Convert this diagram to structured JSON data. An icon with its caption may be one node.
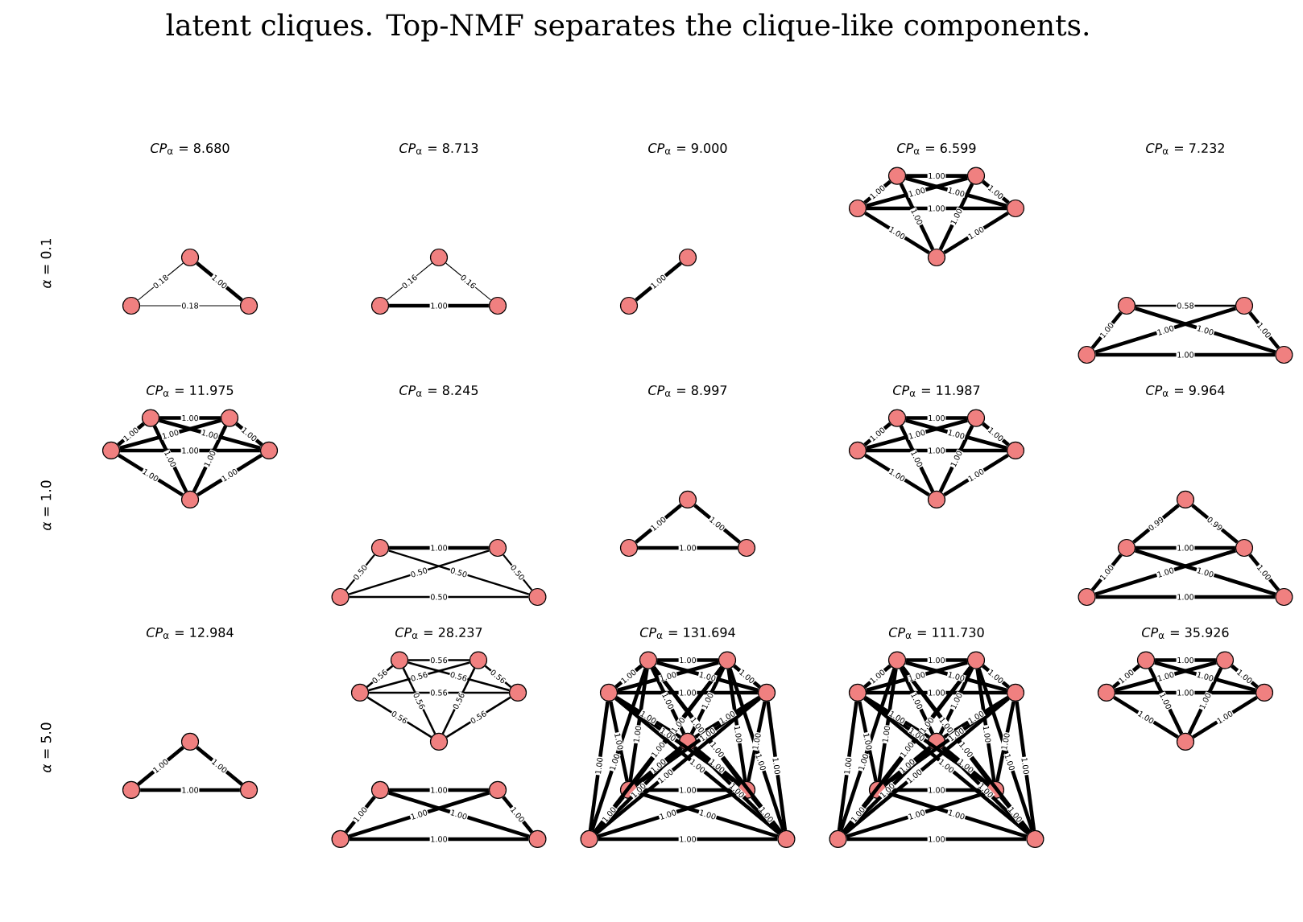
{
  "diagram": {
    "caption": "latent cliques. Top-NMF separates the clique-like components.",
    "nodes": [
      {
        "text": [],
        "shape": "circle"
      },
      {
        "text": [],
        "shape": "circle"
      },
      {
        "text": [],
        "shape": "circle"
      },
      {
        "text": [],
        "shape": "circle"
      },
      {
        "text": [],
        "shape": "circle"
      },
      {
        "text": [],
        "shape": "circle"
      },
      {
        "text": [],
        "shape": "circle"
      },
      {
        "text": [],
        "shape": "circle"
      },
      {
        "text": [],
        "shape": "circle"
      },
      {
        "text": [],
        "shape": "circle"
      },
      {
        "text": [],
        "shape": "circle"
      },
      {
        "text": [],
        "shape": "circle"
      },
      {
        "text": [],
        "shape": "circle"
      },
      {
        "text": [],
        "shape": "circle"
      },
      {
        "text": [],
        "shape": "circle"
      },
      {
        "text": [],
        "shape": "circle"
      },
      {
        "text": [],
        "shape": "circle"
      },
      {
        "text": [],
        "shape": "circle"
      },
      {
        "text": [],
        "shape": "circle"
      },
      {
        "text": [],
        "shape": "circle"
      },
      {
        "text": [],
        "shape": "circle"
      },
      {
        "text": [],
        "shape": "circle"
      },
      {
        "text": [],
        "shape": "circle"
      },
      {
        "text": [],
        "shape": "circle"
      },
      {
        "text": [],
        "shape": "circle"
      },
      {
        "text": [],
        "shape": "circle"
      },
      {
        "text": [],
        "shape": "circle"
      },
      {
        "text": [],
        "shape": "circle"
      },
      {
        "text": [],
        "shape": "circle"
      },
      {
        "text": [],
        "shape": "circle"
      },
      {
        "text": [],
        "shape": "circle"
      },
      {
        "text": [],
        "shape": "circle"
      },
      {
        "text": [],
        "shape": "circle"
      },
      {
        "text": [],
        "shape": "circle"
      },
      {
        "text": [],
        "shape": "circle"
      },
      {
        "text": [],
        "shape": "circle"
      },
      {
        "text": [],
        "shape": "circle"
      },
      {
        "text": [],
        "shape": "circle"
      },
      {
        "text": [],
        "shape": "circle"
      },
      {
        "text": [],
        "shape": "circle"
      },
      {
        "text": [],
        "shape": "circle"
      },
      {
        "text": [],
        "shape": "circle"
      },
      {
        "text": [],
        "shape": "circle"
      },
      {
        "text": [],
        "shape": "circle"
      },
      {
        "text": [],
        "shape": "circle"
      },
      {
        "text": [],
        "shape": "circle"
      },
      {
        "text": [],
        "shape": "circle"
      },
      {
        "text": [],
        "shape": "circle"
      },
      {
        "text": [],
        "shape": "circle"
      },
      {
        "text": [],
        "shape": "circle"
      },
      {
        "text": [],
        "shape": "circle"
      },
      {
        "text": [],
        "shape": "circle"
      },
      {
        "text": [],
        "shape": "circle"
      },
      {
        "text": [],
        "shape": "circle"
      },
      {
        "text": [],
        "shape": "circle"
      },
      {
        "text": [],
        "shape": "circle"
      },
      {
        "text": [],
        "shape": "circle"
      },
      {
        "text": [],
        "shape": "circle"
      },
      {
        "text": [],
        "shape": "circle"
      },
      {
        "text": [],
        "shape": "circle"
      },
      {
        "text": [],
        "shape": "circle"
      },
      {
        "text": [],
        "shape": "circle"
      },
      {
        "text": [],
        "shape": "circle"
      },
      {
        "text": [],
        "shape": "circle"
      },
      {
        "text": [],
        "shape": "circle"
      },
      {
        "text": [],
        "shape": "circle"
      },
      {
        "text": [],
        "shape": "circle"
      },
      {
        "text": [],
        "shape": "circle"
      },
      {
        "text": [],
        "shape": "circle"
      },
      {
        "text": [],
        "shape": "circle"
      },
      {
        "text": [],
        "shape": "circle"
      },
      {
        "text": [],
        "shape": "circle"
      },
      {
        "text": [],
        "shape": "circle"
      },
      {
        "text": [],
        "shape": "circle"
      }
    ],
    "edges": [
      {
        "from": 0,
        "to": 1,
        "arrow": "none",
        "label": "0.18"
      },
      {
        "from": 0,
        "to": 2,
        "arrow": "none",
        "label": "1.00"
      },
      {
        "from": 1,
        "to": 2,
        "arrow": "none",
        "label": "0.18"
      },
      {
        "from": 3,
        "to": 4,
        "arrow": "none",
        "label": "0.16"
      },
      {
        "from": 3,
        "to": 5,
        "arrow": "none",
        "label": "0.16"
      },
      {
        "from": 4,
        "to": 5,
        "arrow": "none",
        "label": "1.00"
      },
      {
        "from": 6,
        "to": 7,
        "arrow": "none",
        "label": "1.00"
      },
      {
        "from": 8,
        "to": 9,
        "arrow": "none",
        "label": "1.00"
      },
      {
        "from": 8,
        "to": 10,
        "arrow": "none",
        "label": "1.00"
      },
      {
        "from": 8,
        "to": 11,
        "arrow": "none",
        "label": "1.00"
      },
      {
        "from": 8,
        "to": 12,
        "arrow": "none",
        "label": "1.00"
      },
      {
        "from": 9,
        "to": 10,
        "arrow": "none",
        "label": "1.00"
      },
      {
        "from": 9,
        "to": 11,
        "arrow": "none",
        "label": "1.00"
      },
      {
        "from": 9,
        "to": 12,
        "arrow": "none",
        "label": "1.00"
      },
      {
        "from": 10,
        "to": 11,
        "arrow": "none",
        "label": "1.00"
      },
      {
        "from": 10,
        "to": 12,
        "arrow": "none",
        "label": "1.00"
      },
      {
        "from": 11,
        "to": 12,
        "arrow": "none",
        "label": "1.00"
      },
      {
        "from": 13,
        "to": 14,
        "arrow": "none",
        "label": "0.58"
      },
      {
        "from": 13,
        "to": 15,
        "arrow": "none",
        "label": "1.00"
      },
      {
        "from": 13,
        "to": 16,
        "arrow": "none",
        "label": "1.00"
      },
      {
        "from": 14,
        "to": 15,
        "arrow": "none",
        "label": "1.00"
      },
      {
        "from": 14,
        "to": 16,
        "arrow": "none",
        "label": "1.00"
      },
      {
        "from": 15,
        "to": 16,
        "arrow": "none",
        "label": "1.00"
      },
      {
        "from": 17,
        "to": 18,
        "arrow": "none",
        "label": "1.00"
      },
      {
        "from": 17,
        "to": 19,
        "arrow": "none",
        "label": "1.00"
      },
      {
        "from": 17,
        "to": 20,
        "arrow": "none",
        "label": "1.00"
      },
      {
        "from": 17,
        "to": 21,
        "arrow": "none",
        "label": "1.00"
      },
      {
        "from": 18,
        "to": 19,
        "arrow": "none",
        "label": "1.00"
      },
      {
        "from": 18,
        "to": 20,
        "arrow": "none",
        "label": "1.00"
      },
      {
        "from": 18,
        "to": 21,
        "arrow": "none",
        "label": "1.00"
      },
      {
        "from": 19,
        "to": 20,
        "arrow": "none",
        "label": "1.00"
      },
      {
        "from": 19,
        "to": 21,
        "arrow": "none",
        "label": "1.00"
      },
      {
        "from": 20,
        "to": 21,
        "arrow": "none",
        "label": "1.00"
      },
      {
        "from": 22,
        "to": 23,
        "arrow": "none",
        "label": "1.00"
      },
      {
        "from": 22,
        "to": 24,
        "arrow": "none",
        "label": "0.50"
      },
      {
        "from": 22,
        "to": 25,
        "arrow": "none",
        "label": "0.50"
      },
      {
        "from": 23,
        "to": 24,
        "arrow": "none",
        "label": "0.50"
      },
      {
        "from": 23,
        "to": 25,
        "arrow": "none",
        "label": "0.50"
      },
      {
        "from": 24,
        "to": 25,
        "arrow": "none",
        "label": "0.50"
      },
      {
        "from": 26,
        "to": 27,
        "arrow": "none",
        "label": "1.00"
      },
      {
        "from": 26,
        "to": 28,
        "arrow": "none",
        "label": "1.00"
      },
      {
        "from": 27,
        "to": 28,
        "arrow": "none",
        "label": "1.00"
      },
      {
        "from": 29,
        "to": 30,
        "arrow": "none",
        "label": "1.00"
      },
      {
        "from": 29,
        "to": 31,
        "arrow": "none",
        "label": "1.00"
      },
      {
        "from": 29,
        "to": 32,
        "arrow": "none",
        "label": "1.00"
      },
      {
        "from": 29,
        "to": 33,
        "arrow": "none",
        "label": "1.00"
      },
      {
        "from": 30,
        "to": 31,
        "arrow": "none",
        "label": "1.00"
      },
      {
        "from": 30,
        "to": 32,
        "arrow": "none",
        "label": "1.00"
      },
      {
        "from": 30,
        "to": 33,
        "arrow": "none",
        "label": "1.00"
      },
      {
        "from": 31,
        "to": 32,
        "arrow": "none",
        "label": "1.00"
      },
      {
        "from": 31,
        "to": 33,
        "arrow": "none",
        "label": "1.00"
      },
      {
        "from": 32,
        "to": 33,
        "arrow": "none",
        "label": "1.00"
      },
      {
        "from": 34,
        "to": 35,
        "arrow": "none",
        "label": "0.99"
      },
      {
        "from": 34,
        "to": 36,
        "arrow": "none",
        "label": "0.99"
      },
      {
        "from": 35,
        "to": 36,
        "arrow": "none",
        "label": "1.00"
      },
      {
        "from": 35,
        "to": 37,
        "arrow": "none",
        "label": "1.00"
      },
      {
        "from": 35,
        "to": 38,
        "arrow": "none",
        "label": "1.00"
      },
      {
        "from": 36,
        "to": 37,
        "arrow": "none",
        "label": "1.00"
      },
      {
        "from": 36,
        "to": 38,
        "arrow": "none",
        "label": "1.00"
      },
      {
        "from": 37,
        "to": 38,
        "arrow": "none",
        "label": "1.00"
      },
      {
        "from": 39,
        "to": 40,
        "arrow": "none",
        "label": "1.00"
      },
      {
        "from": 39,
        "to": 41,
        "arrow": "none",
        "label": "1.00"
      },
      {
        "from": 40,
        "to": 41,
        "arrow": "none",
        "label": "1.00"
      },
      {
        "from": 42,
        "to": 43,
        "arrow": "none",
        "label": "0.56"
      },
      {
        "from": 42,
        "to": 44,
        "arrow": "none",
        "label": "0.56"
      },
      {
        "from": 42,
        "to": 45,
        "arrow": "none",
        "label": "0.56"
      },
      {
        "from": 42,
        "to": 46,
        "arrow": "none",
        "label": "0.56"
      },
      {
        "from": 43,
        "to": 44,
        "arrow": "none",
        "label": "0.56"
      },
      {
        "from": 43,
        "to": 45,
        "arrow": "none",
        "label": "0.56"
      },
      {
        "from": 43,
        "to": 46,
        "arrow": "none",
        "label": "0.56"
      },
      {
        "from": 44,
        "to": 45,
        "arrow": "none",
        "label": "0.56"
      },
      {
        "from": 44,
        "to": 46,
        "arrow": "none",
        "label": "0.56"
      },
      {
        "from": 45,
        "to": 46,
        "arrow": "none",
        "label": "0.56"
      },
      {
        "from": 47,
        "to": 48,
        "arrow": "none",
        "label": "1.00"
      },
      {
        "from": 47,
        "to": 49,
        "arrow": "none",
        "label": "1.00"
      },
      {
        "from": 47,
        "to": 50,
        "arrow": "none",
        "label": "1.00"
      },
      {
        "from": 48,
        "to": 49,
        "arrow": "none",
        "label": "1.00"
      },
      {
        "from": 48,
        "to": 50,
        "arrow": "none",
        "label": "1.00"
      },
      {
        "from": 49,
        "to": 50,
        "arrow": "none",
        "label": "1.00"
      },
      {
        "from": 51,
        "to": 52,
        "arrow": "none",
        "label": "1.00"
      },
      {
        "from": 51,
        "to": 53,
        "arrow": "none",
        "label": "1.00"
      },
      {
        "from": 51,
        "to": 54,
        "arrow": "none",
        "label": "1.00"
      },
      {
        "from": 51,
        "to": 55,
        "arrow": "none",
        "label": "1.00"
      },
      {
        "from": 51,
        "to": 56,
        "arrow": "none",
        "label": "1.00"
      },
      {
        "from": 51,
        "to": 57,
        "arrow": "none",
        "label": "1.00"
      },
      {
        "from": 51,
        "to": 58,
        "arrow": "none",
        "label": "1.00"
      },
      {
        "from": 51,
        "to": 59,
        "arrow": "none",
        "label": "1.00"
      },
      {
        "from": 52,
        "to": 53,
        "arrow": "none",
        "label": "1.00"
      },
      {
        "from": 52,
        "to": 54,
        "arrow": "none",
        "label": "1.00"
      },
      {
        "from": 52,
        "to": 55,
        "arrow": "none",
        "label": "1.00"
      },
      {
        "from": 52,
        "to": 56,
        "arrow": "none",
        "label": "1.00"
      },
      {
        "from": 52,
        "to": 57,
        "arrow": "none",
        "label": "1.00"
      },
      {
        "from": 52,
        "to": 58,
        "arrow": "none",
        "label": "1.00"
      },
      {
        "from": 52,
        "to": 59,
        "arrow": "none",
        "label": "1.00"
      },
      {
        "from": 53,
        "to": 54,
        "arrow": "none",
        "label": "1.00"
      },
      {
        "from": 53,
        "to": 55,
        "arrow": "none",
        "label": "1.00"
      },
      {
        "from": 53,
        "to": 56,
        "arrow": "none",
        "label": "1.00"
      },
      {
        "from": 53,
        "to": 57,
        "arrow": "none",
        "label": "1.00"
      },
      {
        "from": 53,
        "to": 58,
        "arrow": "none",
        "label": "1.00"
      },
      {
        "from": 53,
        "to": 59,
        "arrow": "none",
        "label": "1.00"
      },
      {
        "from": 54,
        "to": 55,
        "arrow": "none",
        "label": "1.00"
      },
      {
        "from": 54,
        "to": 56,
        "arrow": "none",
        "label": "1.00"
      },
      {
        "from": 54,
        "to": 57,
        "arrow": "none",
        "label": "1.00"
      },
      {
        "from": 54,
        "to": 58,
        "arrow": "none",
        "label": "1.00"
      },
      {
        "from": 54,
        "to": 59,
        "arrow": "none",
        "label": "1.00"
      },
      {
        "from": 55,
        "to": 56,
        "arrow": "none",
        "label": "1.00"
      },
      {
        "from": 55,
        "to": 57,
        "arrow": "none",
        "label": "1.00"
      },
      {
        "from": 55,
        "to": 58,
        "arrow": "none",
        "label": "1.00"
      },
      {
        "from": 55,
        "to": 59,
        "arrow": "none",
        "label": "1.00"
      },
      {
        "from": 56,
        "to": 57,
        "arrow": "none",
        "label": "1.00"
      },
      {
        "from": 56,
        "to": 58,
        "arrow": "none",
        "label": "1.00"
      },
      {
        "from": 56,
        "to": 59,
        "arrow": "none",
        "label": "1.00"
      },
      {
        "from": 57,
        "to": 58,
        "arrow": "none",
        "label": "1.00"
      },
      {
        "from": 57,
        "to": 59,
        "arrow": "none",
        "label": "1.00"
      },
      {
        "from": 58,
        "to": 59,
        "arrow": "none",
        "label": "1.00"
      },
      {
        "from": 60,
        "to": 61,
        "arrow": "none",
        "label": "1.00"
      },
      {
        "from": 60,
        "to": 62,
        "arrow": "none",
        "label": "1.00"
      },
      {
        "from": 60,
        "to": 63,
        "arrow": "none",
        "label": "1.00"
      },
      {
        "from": 60,
        "to": 64,
        "arrow": "none",
        "label": "1.00"
      },
      {
        "from": 60,
        "to": 65,
        "arrow": "none",
        "label": "1.00"
      },
      {
        "from": 60,
        "to": 66,
        "arrow": "none",
        "label": "1.00"
      },
      {
        "from": 60,
        "to": 67,
        "arrow": "none",
        "label": "1.00"
      },
      {
        "from": 60,
        "to": 68,
        "arrow": "none",
        "label": "1.00"
      },
      {
        "from": 61,
        "to": 62,
        "arrow": "none",
        "label": "1.00"
      },
      {
        "from": 61,
        "to": 63,
        "arrow": "none",
        "label": "1.00"
      },
      {
        "from": 61,
        "to": 64,
        "arrow": "none",
        "label": "1.00"
      },
      {
        "from": 61,
        "to": 65,
        "arrow": "none",
        "label": "1.00"
      },
      {
        "from": 61,
        "to": 66,
        "arrow": "none",
        "label": "1.00"
      },
      {
        "from": 61,
        "to": 67,
        "arrow": "none",
        "label": "1.00"
      },
      {
        "from": 61,
        "to": 68,
        "arrow": "none",
        "label": "1.00"
      },
      {
        "from": 62,
        "to": 63,
        "arrow": "none",
        "label": "1.00"
      },
      {
        "from": 62,
        "to": 64,
        "arrow": "none",
        "label": "1.00"
      },
      {
        "from": 62,
        "to": 65,
        "arrow": "none",
        "label": "1.00"
      },
      {
        "from": 62,
        "to": 66,
        "arrow": "none",
        "label": "1.00"
      },
      {
        "from": 62,
        "to": 67,
        "arrow": "none",
        "label": "1.00"
      },
      {
        "from": 62,
        "to": 68,
        "arrow": "none",
        "label": "1.00"
      },
      {
        "from": 63,
        "to": 64,
        "arrow": "none",
        "label": "1.00"
      },
      {
        "from": 63,
        "to": 65,
        "arrow": "none",
        "label": "1.00"
      },
      {
        "from": 63,
        "to": 66,
        "arrow": "none",
        "label": "1.00"
      },
      {
        "from": 63,
        "to": 67,
        "arrow": "none",
        "label": "1.00"
      },
      {
        "from": 63,
        "to": 68,
        "arrow": "none",
        "label": "1.00"
      },
      {
        "from": 64,
        "to": 65,
        "arrow": "none",
        "label": "1.00"
      },
      {
        "from": 64,
        "to": 66,
        "arrow": "none",
        "label": "1.00"
      },
      {
        "from": 64,
        "to": 67,
        "arrow": "none",
        "label": "1.00"
      },
      {
        "from": 64,
        "to": 68,
        "arrow": "none",
        "label": "1.00"
      },
      {
        "from": 65,
        "to": 66,
        "arrow": "none",
        "label": "1.00"
      },
      {
        "from": 65,
        "to": 67,
        "arrow": "none",
        "label": "1.00"
      },
      {
        "from": 65,
        "to": 68,
        "arrow": "none",
        "label": "1.00"
      },
      {
        "from": 66,
        "to": 67,
        "arrow": "none",
        "label": "1.00"
      },
      {
        "from": 66,
        "to": 68,
        "arrow": "none",
        "label": "1.00"
      },
      {
        "from": 67,
        "to": 68,
        "arrow": "none",
        "label": "1.00"
      },
      {
        "from": 69,
        "to": 70,
        "arrow": "none",
        "label": "1.00"
      },
      {
        "from": 69,
        "to": 71,
        "arrow": "none",
        "label": "1.00"
      },
      {
        "from": 69,
        "to": 72,
        "arrow": "none",
        "label": "1.00"
      },
      {
        "from": 69,
        "to": 73,
        "arrow": "none",
        "label": "1.00"
      },
      {
        "from": 70,
        "to": 71,
        "arrow": "none",
        "label": "1.00"
      },
      {
        "from": 70,
        "to": 72,
        "arrow": "none",
        "label": "1.00"
      },
      {
        "from": 70,
        "to": 73,
        "arrow": "none",
        "label": "1.00"
      },
      {
        "from": 71,
        "to": 72,
        "arrow": "none",
        "label": "1.00"
      },
      {
        "from": 71,
        "to": 73,
        "arrow": "none",
        "label": "1.00"
      },
      {
        "from": 72,
        "to": 73,
        "arrow": "none",
        "label": "1.00"
      }
    ],
    "labels": [
      "*CP*$_{α}$ = 8.680",
      "*CP*$_{α}$ = 8.713",
      "*CP*$_{α}$ = 9.000",
      "*CP*$_{α}$ = 6.599",
      "*CP*$_{α}$ = 7.232",
      "*α* = 0.1",
      "*CP*$_{α}$ = 11.975",
      "*CP*$_{α}$ = 8.245",
      "*CP*$_{α}$ = 8.997",
      "*CP*$_{α}$ = 11.987",
      "*CP*$_{α}$ = 9.964",
      "*α* = 1.0",
      "*CP*$_{α}$ = 12.984",
      "*CP*$_{α}$ = 28.237",
      "*CP*$_{α}$ = 131.694",
      "*CP*$_{α}$ = 111.730",
      "*CP*$_{α}$ = 35.926",
      "*α* = 5.0"
    ]
  }
}
